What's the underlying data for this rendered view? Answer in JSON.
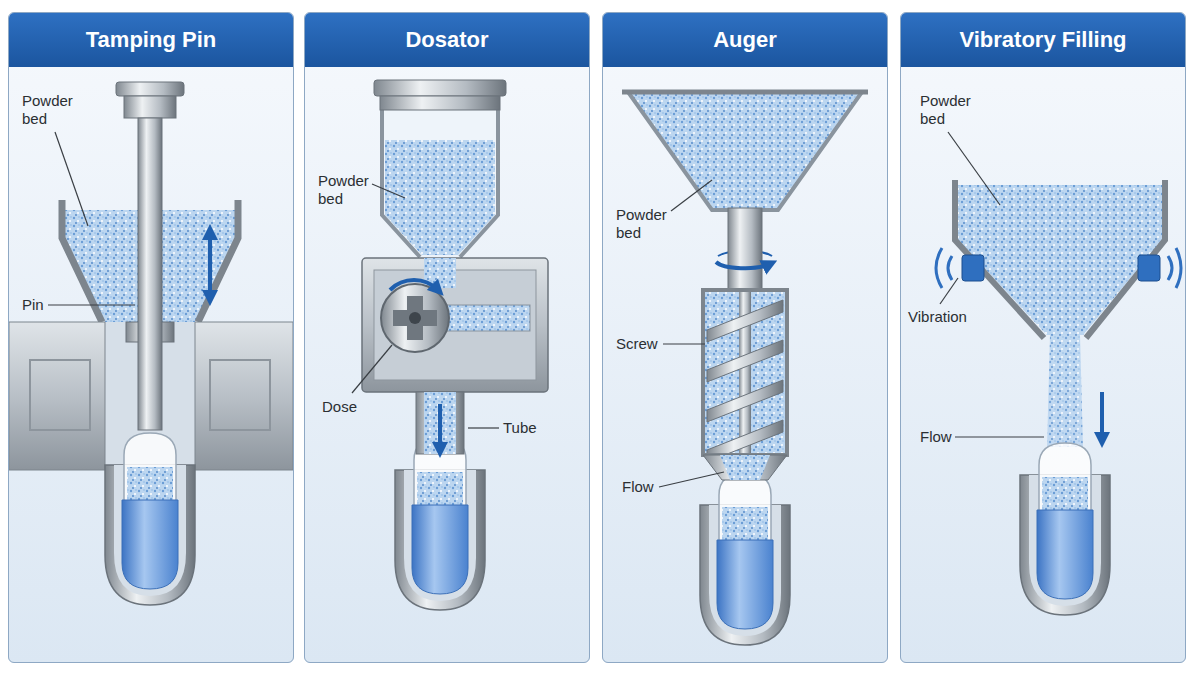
{
  "diagram": {
    "nodes": [
      {
        "text": [
          "Tamping Pin"
        ]
      },
      {
        "text": [
          "Dosator"
        ]
      },
      {
        "text": [
          "Auger"
        ]
      },
      {
        "text": [
          "Vibratory Filling"
        ]
      }
    ],
    "labels": [
      "Powder bed",
      "Pin",
      "Powder bed",
      "Dose",
      "Tube",
      "Powder bed",
      "Screw",
      "Flow",
      "Powder bed",
      "Vibration",
      "Flow"
    ]
  }
}
